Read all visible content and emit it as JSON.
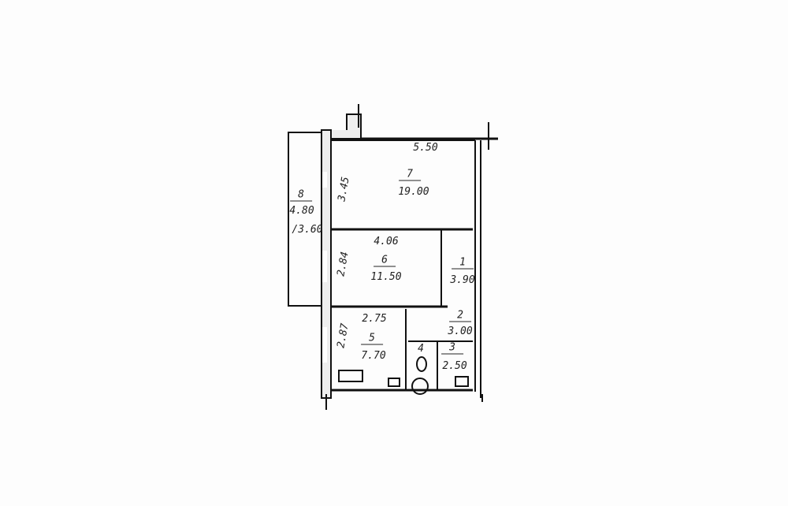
{
  "rooms": [
    {
      "number": "1",
      "area": "3.90"
    },
    {
      "number": "2",
      "area": "3.00"
    },
    {
      "number": "3",
      "area": "2.50"
    },
    {
      "number": "4"
    },
    {
      "number": "5",
      "area": "7.70"
    },
    {
      "number": "6",
      "area": "11.50"
    },
    {
      "number": "7",
      "area": "19.00"
    },
    {
      "number": "8",
      "area": "4.80",
      "extra": "/3.60"
    }
  ],
  "dimensions": {
    "top": "5.50",
    "room7_side": "3.45",
    "room6_top": "4.06",
    "room6_side": "2.84",
    "room5_top": "2.75",
    "room5_side": "2.87"
  }
}
